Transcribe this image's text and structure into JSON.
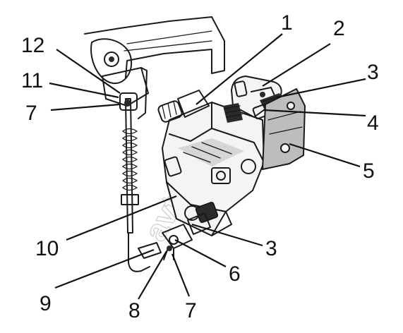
{
  "labels": [
    {
      "id": "1",
      "text": "1"
    },
    {
      "id": "2",
      "text": "2"
    },
    {
      "id": "3a",
      "text": "3"
    },
    {
      "id": "4",
      "text": "4"
    },
    {
      "id": "5",
      "text": "5"
    },
    {
      "id": "12",
      "text": "12"
    },
    {
      "id": "11",
      "text": "11"
    },
    {
      "id": "7a",
      "text": "7"
    },
    {
      "id": "10",
      "text": "10"
    },
    {
      "id": "3b",
      "text": "3"
    },
    {
      "id": "6",
      "text": "6"
    },
    {
      "id": "9",
      "text": "9"
    },
    {
      "id": "8",
      "text": "8"
    },
    {
      "id": "7b",
      "text": "7"
    }
  ]
}
